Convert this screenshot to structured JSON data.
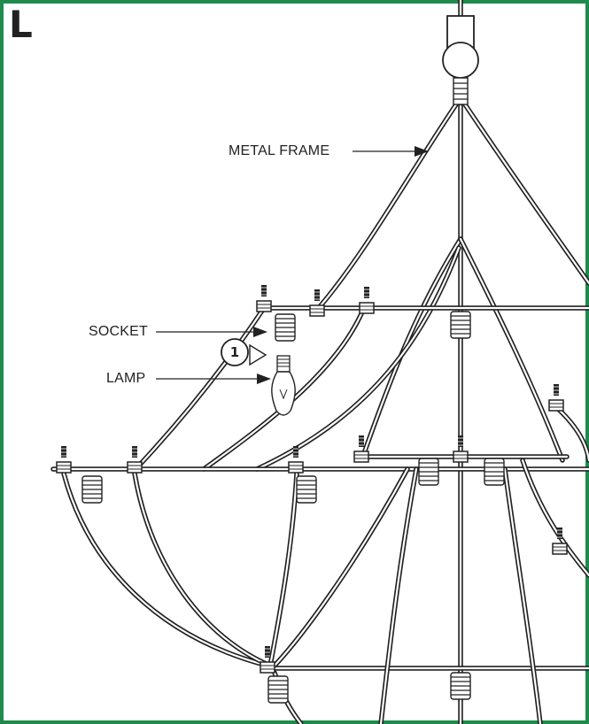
{
  "panel": {
    "letter": "L"
  },
  "callouts": {
    "metal_frame": "METAL FRAME",
    "socket": "SOCKET",
    "lamp": "LAMP"
  },
  "step": {
    "number": "1"
  },
  "colors": {
    "border": "#1f8a4c",
    "ink": "#222222"
  }
}
